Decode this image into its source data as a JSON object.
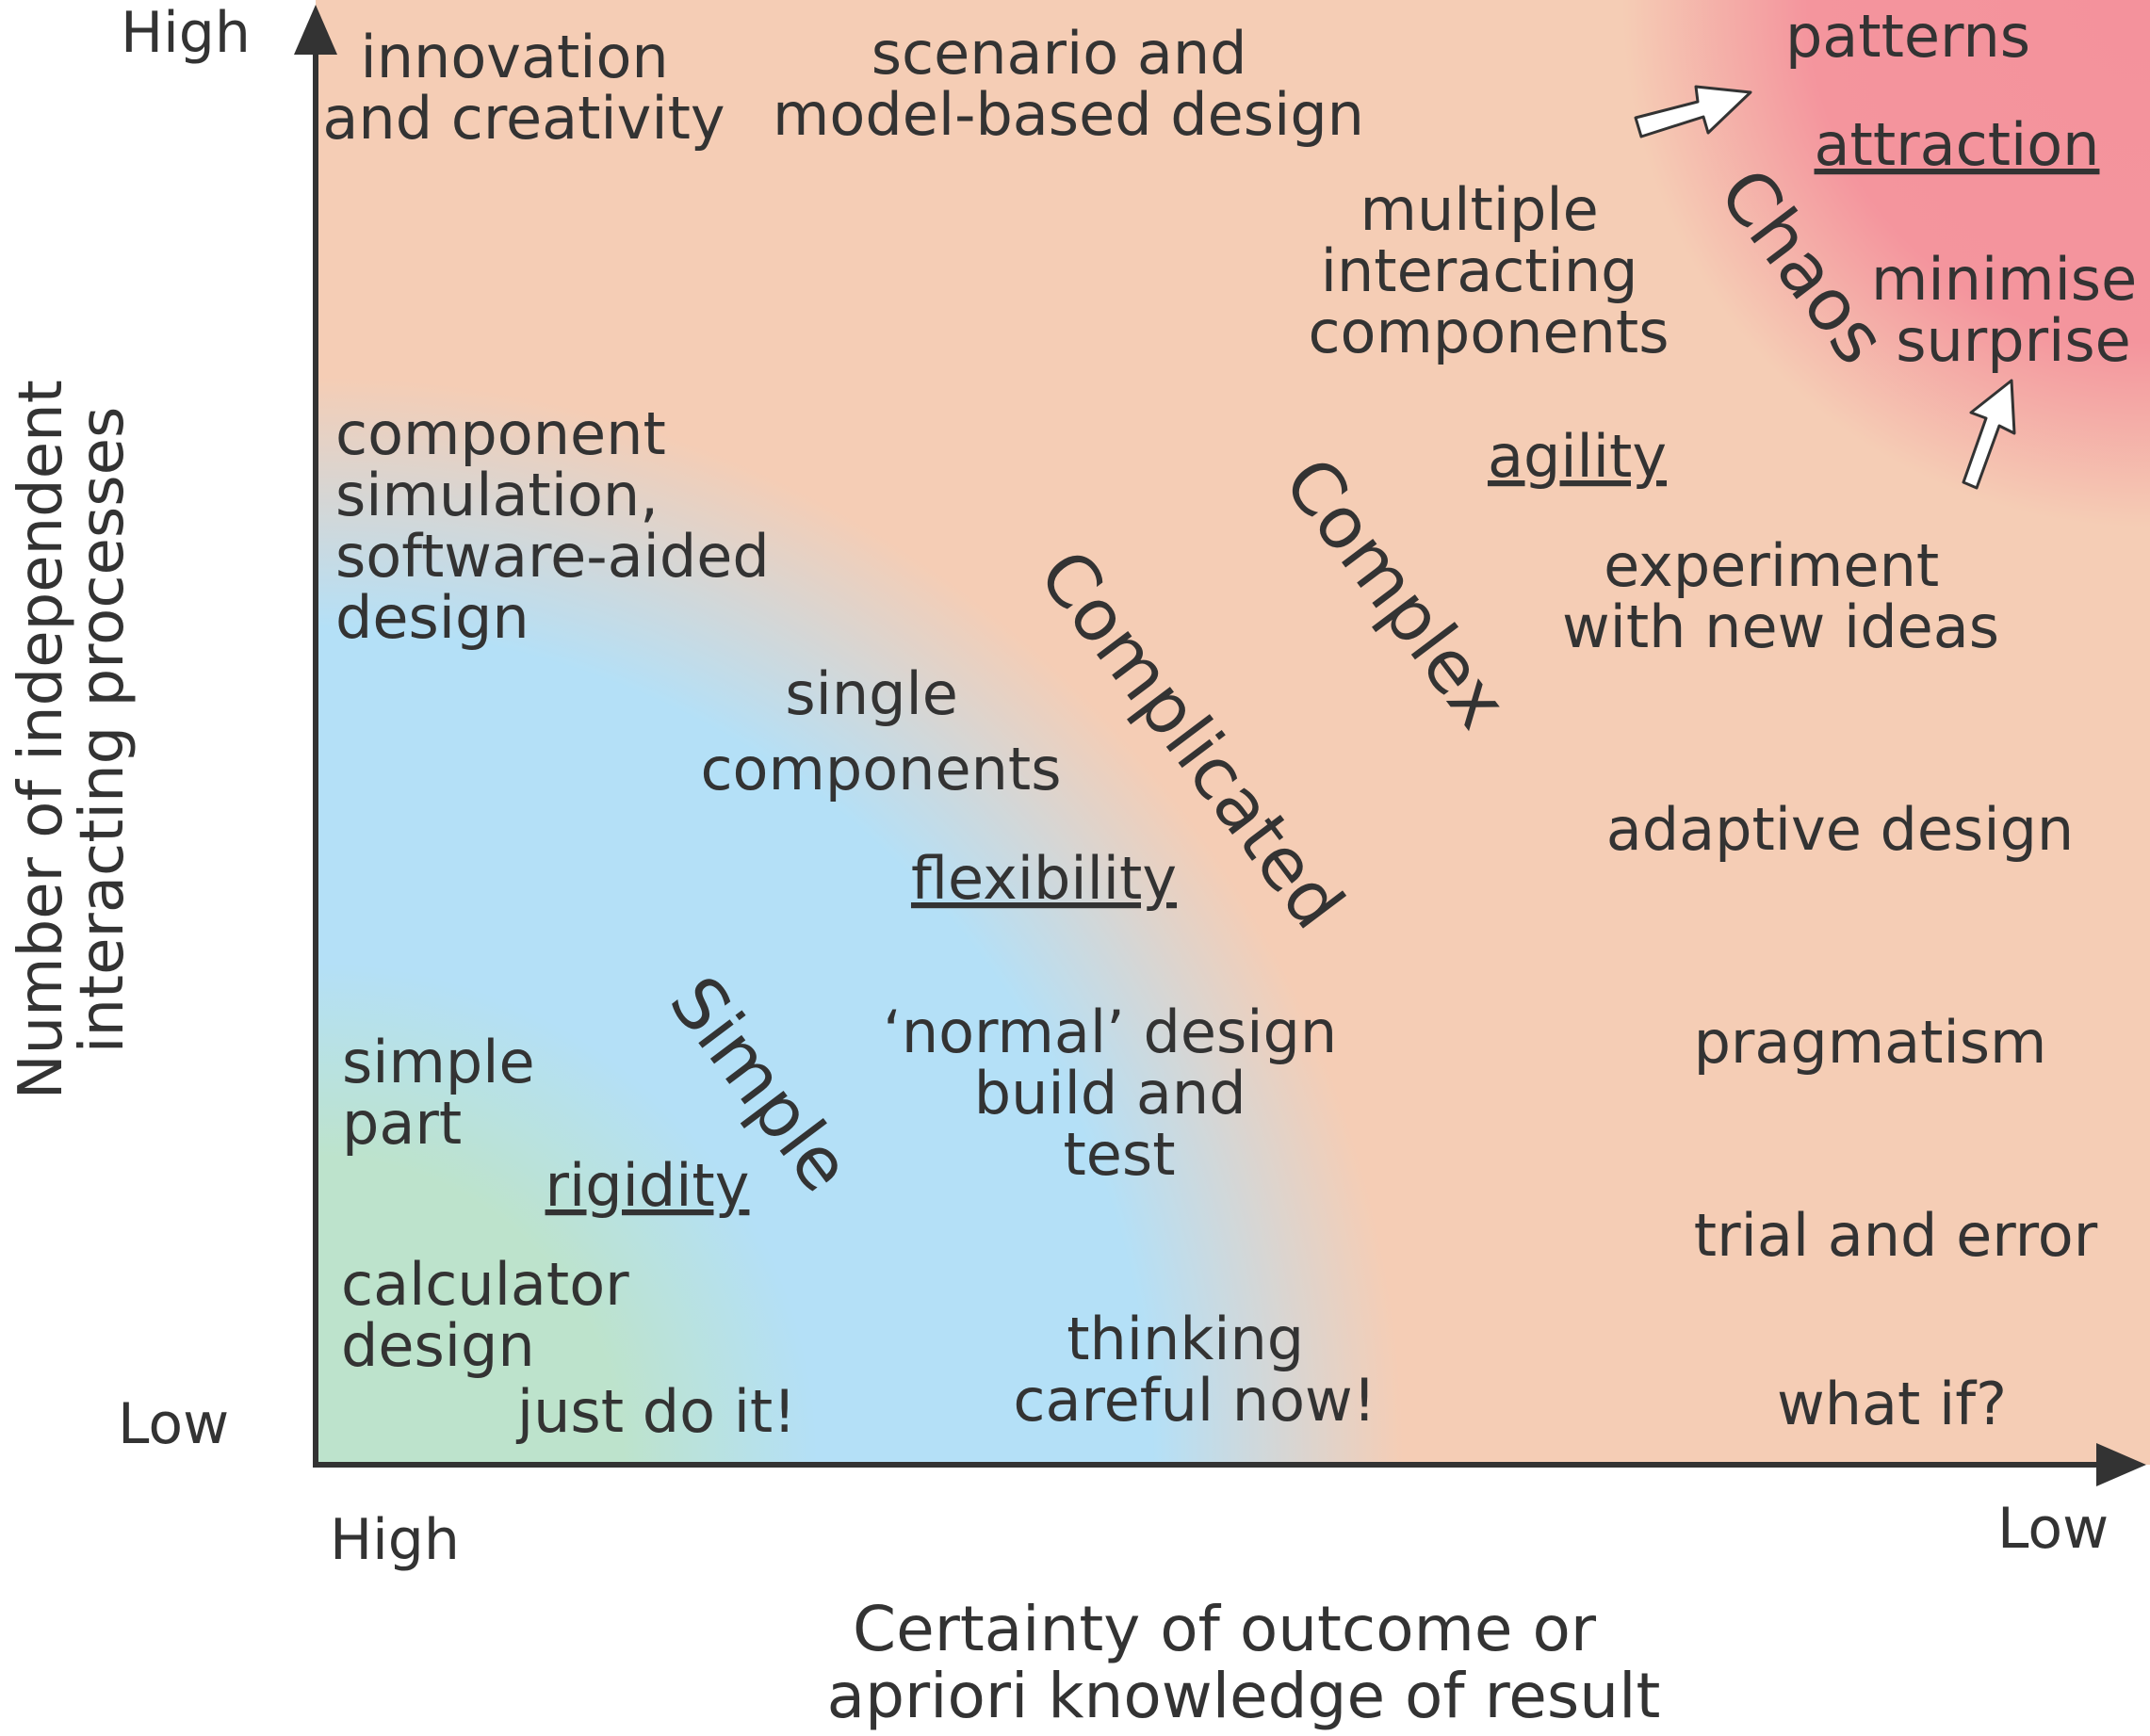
{
  "axes": {
    "y_high": "High",
    "y_low": "Low",
    "x_high": "High",
    "x_low": "Low",
    "y_title": [
      "Number of independent",
      "interacting processes"
    ],
    "x_title": [
      "Certainty of outcome or",
      "apriori knowledge of result"
    ]
  },
  "zones": {
    "simple": "Simple",
    "complicated": "Complicated",
    "complex": "Complex",
    "chaos": "Chaos"
  },
  "labels": {
    "innovation": [
      "innovation",
      "and creativity"
    ],
    "scenario": [
      "scenario and",
      "model-based design"
    ],
    "patterns": "patterns",
    "attraction": "attraction",
    "minimise": [
      "minimise",
      "surprise"
    ],
    "multiple": [
      "multiple",
      "interacting",
      "components"
    ],
    "agility": "agility",
    "component_sim": [
      "component",
      "simulation,",
      "software-aided",
      "design"
    ],
    "experiment": [
      "experiment",
      "with new ideas"
    ],
    "single": [
      "single",
      "components"
    ],
    "adaptive": "adaptive design",
    "flexibility": "flexibility",
    "normal": [
      "‘normal’ design",
      "build and",
      "test"
    ],
    "pragmatism": "pragmatism",
    "simple_part": [
      "simple",
      "part"
    ],
    "rigidity": "rigidity",
    "trial": "trial and error",
    "calculator": [
      "calculator",
      "design"
    ],
    "thinking": [
      "thinking",
      "careful now!"
    ],
    "just": "just do it!",
    "whatif": "what if?"
  },
  "colors": {
    "simple": "#bde3cc",
    "complicated": "#b4e0f7",
    "complex": "#f5cdb5",
    "chaos": "#f4929c",
    "axis": "#333333",
    "text": "#333333"
  }
}
